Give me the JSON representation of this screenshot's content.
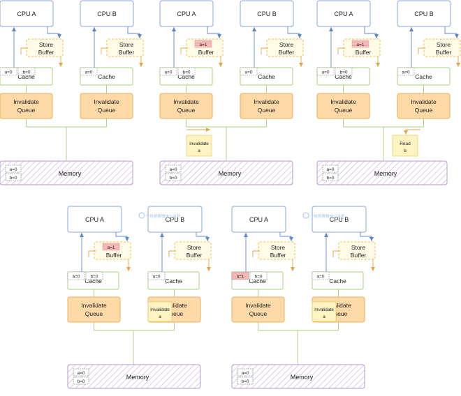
{
  "labels": {
    "cpu_a": "CPU A",
    "cpu_b": "CPU B",
    "store": "Store",
    "buffer": "Buffer",
    "cache": "Cache",
    "invalidate": "Invalidate",
    "queue": "Queue",
    "memory": "Memory"
  },
  "values": {
    "a0": "a=0",
    "b0": "b=0",
    "a1": "a=1"
  },
  "messages": {
    "invalidate": "Invalidate",
    "invalidate_var": "a",
    "read": "Read",
    "read_var": "b",
    "watermark": "千秋观察微信公众号"
  },
  "colors": {
    "cpu_border": "#8aa4d8",
    "store_border": "#f0bf5a",
    "store_fill": "#fffbe6",
    "cache_border": "#a9cf7c",
    "queue_fill": "#fdd9a8",
    "queue_border": "#e8b25a",
    "mem_border": "#b79ad6",
    "mem_fill": "#f7f2fb",
    "highlight": "#f4b7b7",
    "msg_fill": "#fff3c2"
  }
}
